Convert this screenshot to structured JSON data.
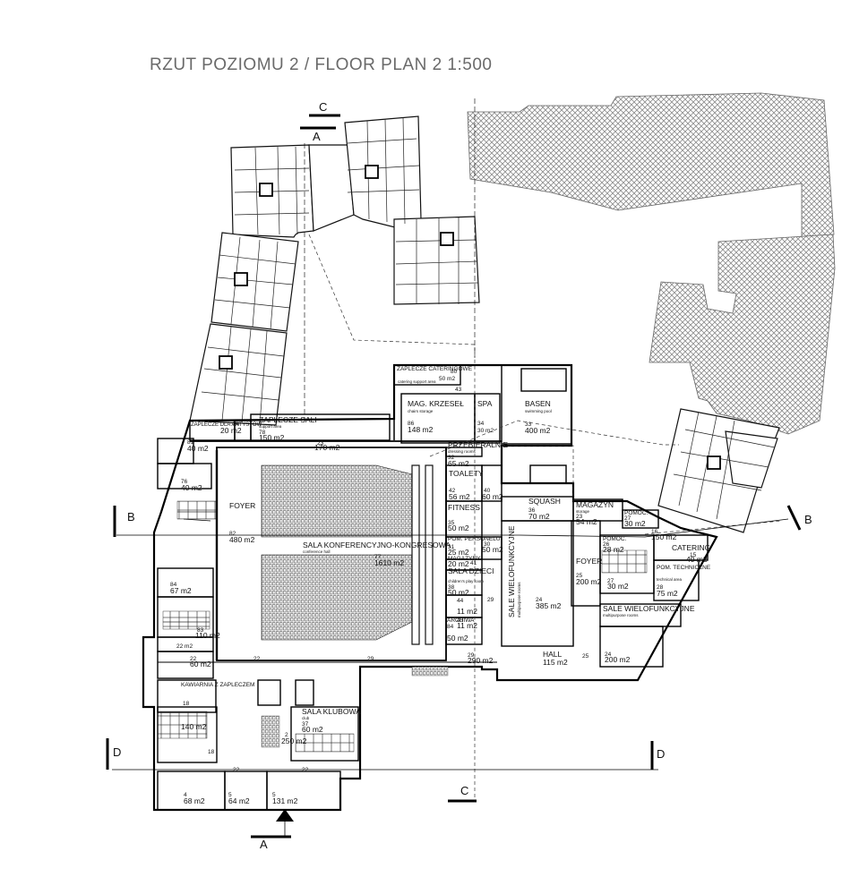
{
  "title": "RZUT POZIOMU 2 / FLOOR PLAN 2  1:500",
  "sections": {
    "a_top": "A",
    "a_bottom": "A",
    "b_left": "B",
    "b_right": "B",
    "c_top": "C",
    "c_bottom": "C",
    "d_left": "D",
    "d_right": "D"
  },
  "rooms": {
    "zaplecze_cat": "ZAPLECZE CATERINGOWE",
    "zaplecze_cat_en": "catering support area",
    "zaplecze_cat_no": "80",
    "zaplecze_cat_area": "50 m2",
    "mag_krzesel": "MAG. KRZESEŁ",
    "mag_krzesel_en": "chairs storage",
    "mag_krzesel_no": "86",
    "mag_krzesel_area": "148 m2",
    "spa": "SPA",
    "spa_no": "34",
    "spa_area": "30 m2",
    "basen": "BASEN",
    "basen_en": "swimming pool",
    "basen_no": "33",
    "basen_area": "400 m2",
    "zaplecze_art": "ZAPLECZE DLA ARTYSTÓW",
    "zaplecze_art_no": "81",
    "zaplecze_art_area": "40 m2",
    "r84": "84",
    "r84_area": "20 m2",
    "zaplecze_sali": "ZAPLECZE SALI",
    "zaplecze_sali_en": "support area",
    "zaplecze_sali_no": "78",
    "zaplecze_sali_area": "150 m2",
    "r23": "23",
    "r23_area": "170 m2",
    "przebieralnie": "PRZEBIERALNIE",
    "przebieralnie_en": "dressing rooms",
    "przebieralnie_no": "32",
    "przebieralnie_area": "65 m2",
    "toalety": "TOALETY",
    "toalety_no": "42",
    "toalety_area": "56 m2",
    "r40": "40",
    "r40_area": "60 m2",
    "r76": "76",
    "r76_area": "40 m2",
    "foyer": "FOYER",
    "foyer_no": "82",
    "foyer_area": "480 m2",
    "sala_konf": "SALA KONFERENCYJNO-KONGRESOWA",
    "sala_konf_en": "conference hall",
    "sala_konf_no": "77",
    "sala_konf_area": "1610 m2",
    "fitness": "FITNESS",
    "fitness_no": "35",
    "fitness_area": "50 m2",
    "squash": "SQUASH",
    "squash_no": "36",
    "squash_area": "70 m2",
    "magazyn": "MAGAZYN",
    "magazyn_en": "storage",
    "magazyn_no": "23",
    "magazyn_area": "54 m2",
    "pomoc1": "POMOC.",
    "pomoc1_no": "27",
    "pomoc1_area": "30 m2",
    "r16": "16",
    "r16_area": "150 m2",
    "pom_pers": "POM. PERSONELU",
    "pom_pers_no": "31",
    "pom_pers_area": "25 m2",
    "r30": "30",
    "r30_area": "50 m2",
    "magazyny": "MAGAZYNY",
    "magazyny_no": "41",
    "magazyny_area": "20 m2",
    "sala_dzieci": "SALA DZIECI",
    "sala_dzieci_en": "children's play room",
    "sala_dzieci_no": "38",
    "sala_dzieci_area": "50 m2",
    "sale_wielo_v": "SALE WIELOFUNKCYJNE",
    "sale_wielo_v_en": "multipurpose rooms",
    "foyer2": "FOYER",
    "foyer2_no": "25",
    "foyer2_area": "200 m2",
    "r24": "24",
    "r24_area": "385 m2",
    "pomoc2": "POMOC.",
    "pomoc2_no": "26",
    "pomoc2_area": "28 m2",
    "r27": "27",
    "r27_area": "30 m2",
    "catering": "CATERING",
    "catering_no": "15",
    "catering_area": "40 m2",
    "pom_tech": "POM. TECHNICZNE",
    "pom_tech_en": "technical area",
    "pom_tech_no": "28",
    "pom_tech_area": "75 m2",
    "sale_wielo_h": "SALE WIELOFUNKCYJNE",
    "sale_wielo_h_en": "multipurpose rooms",
    "sale_wielo_h_no": "24",
    "sale_wielo_h_area": "200 m2",
    "r84b": "84",
    "r84b_area": "67 m2",
    "r83": "83",
    "r83_area": "110 m2",
    "r29a": "29",
    "r44": "44",
    "r44_area": "11 m2",
    "r43": "43",
    "r43_area": "11 m2",
    "archiwa": "ARCHIWA",
    "archiwa_no": "84",
    "archiwa_area": "50 m2",
    "r29b": "29",
    "r29b_area": "290 m2",
    "hall": "HALL",
    "hall_area": "115 m2",
    "hall_no": "25",
    "r22a": "22",
    "r22a_area": "22 m2",
    "r22b": "22",
    "r22b_area": "60 m2",
    "r22c": "22",
    "r29c": "29",
    "kawiarnia": "KAWIARNIA Z ZAPLECZEM",
    "kawiarnia_no": "18",
    "kawiarnia_area": "140 m2",
    "sala_klub": "SALA KLUBOWA",
    "sala_klub_en": "club",
    "sala_klub_no": "37",
    "sala_klub_area": "60 m2",
    "r2": "2",
    "r2_area": "250 m2",
    "r18": "18",
    "r22d": "22",
    "r22e": "22",
    "r4": "4",
    "r4_area": "68 m2",
    "r5a": "5",
    "r5a_area": "64 m2",
    "r5b": "5",
    "r5b_area": "131 m2",
    "r43b": "43"
  },
  "colors": {
    "line": "#1a1a1a",
    "hatch": "#8c8c8c",
    "wall": "#000000",
    "title": "#6a6a6a"
  }
}
